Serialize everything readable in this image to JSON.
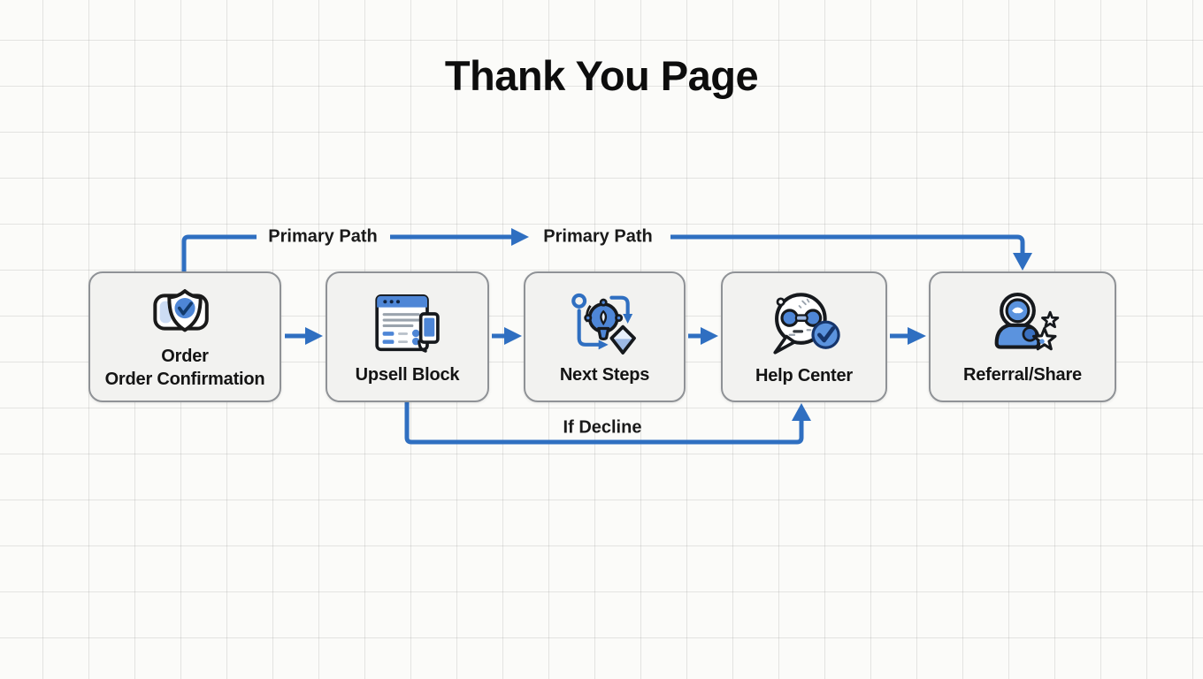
{
  "title": "Thank You Page",
  "colors": {
    "accent_blue": "#2f6fc1",
    "icon_blue": "#4e86d6",
    "icon_blue_light": "#ccdcf4",
    "node_fill": "#f2f2f0",
    "node_border": "#8f9296",
    "background": "#fbfbf9",
    "grid_line": "#e2e2e0",
    "text": "#141414"
  },
  "diagram": {
    "nodes": [
      {
        "id": "order-confirmation",
        "icon": "shield-check-icon",
        "label_lines": [
          "Order",
          "Order Confirmation"
        ]
      },
      {
        "id": "upsell-block",
        "icon": "browser-offer-icon",
        "label_lines": [
          "Upsell Block"
        ]
      },
      {
        "id": "next-steps",
        "icon": "idea-process-icon",
        "label_lines": [
          "Next Steps"
        ]
      },
      {
        "id": "help-center",
        "icon": "support-chat-icon",
        "label_lines": [
          "Help Center"
        ]
      },
      {
        "id": "referral-share",
        "icon": "person-stars-icon",
        "label_lines": [
          "Referral/Share"
        ]
      }
    ],
    "edges": [
      {
        "id": "primary-path",
        "from": "order-confirmation",
        "to": "referral-share",
        "labels": [
          "Primary Path",
          "Primary Path"
        ]
      },
      {
        "id": "order-to-upsell",
        "from": "order-confirmation",
        "to": "upsell-block"
      },
      {
        "id": "upsell-to-next",
        "from": "upsell-block",
        "to": "next-steps"
      },
      {
        "id": "next-to-help",
        "from": "next-steps",
        "to": "help-center"
      },
      {
        "id": "help-to-referral",
        "from": "help-center",
        "to": "referral-share"
      },
      {
        "id": "if-decline",
        "from": "upsell-block",
        "to": "help-center",
        "label": "If Decline"
      }
    ]
  }
}
